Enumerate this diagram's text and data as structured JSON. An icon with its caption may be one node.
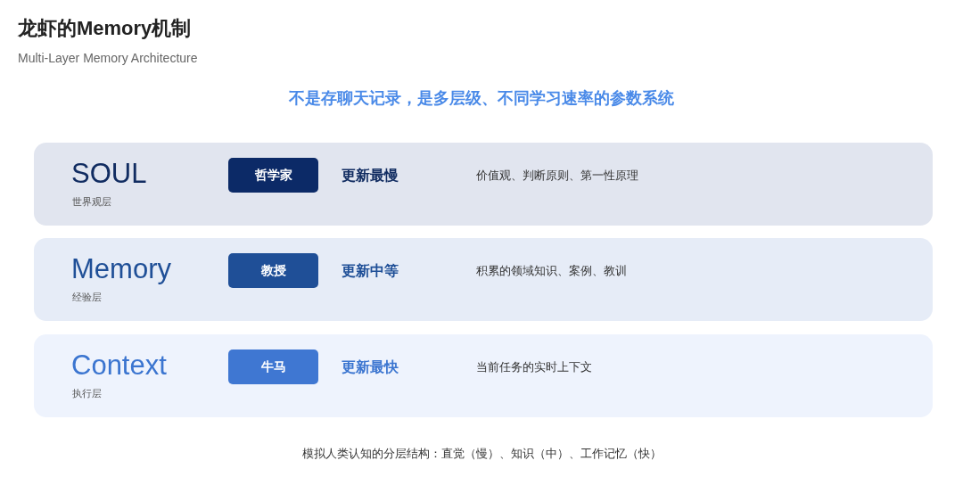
{
  "diagram": {
    "title": "龙虾的Memory机制",
    "caption": "模拟人类认知的分层结构：直觉（慢）、知识（中）、工作记忆（快）",
    "nodes": [
      {
        "text": [
          "SOUL",
          "世界观层",
          "更新最慢",
          "价值观、判断原则、第一性原理"
        ]
      },
      {
        "text": [
          "哲学家"
        ],
        "in": 0
      },
      {
        "text": [
          "Memory",
          "经验层",
          "更新中等",
          "积累的领域知识、案例、教训"
        ]
      },
      {
        "text": [
          "教授"
        ],
        "in": 2
      },
      {
        "text": [
          "Context",
          "执行层",
          "更新最快",
          "当前任务的实时上下文"
        ]
      },
      {
        "text": [
          "牛马"
        ],
        "in": 4
      }
    ],
    "edges": [],
    "labels": [
      "Multi-Layer Memory Architecture",
      "不是存聊天记录，是多层级、不同学习速率的参数系统"
    ]
  }
}
